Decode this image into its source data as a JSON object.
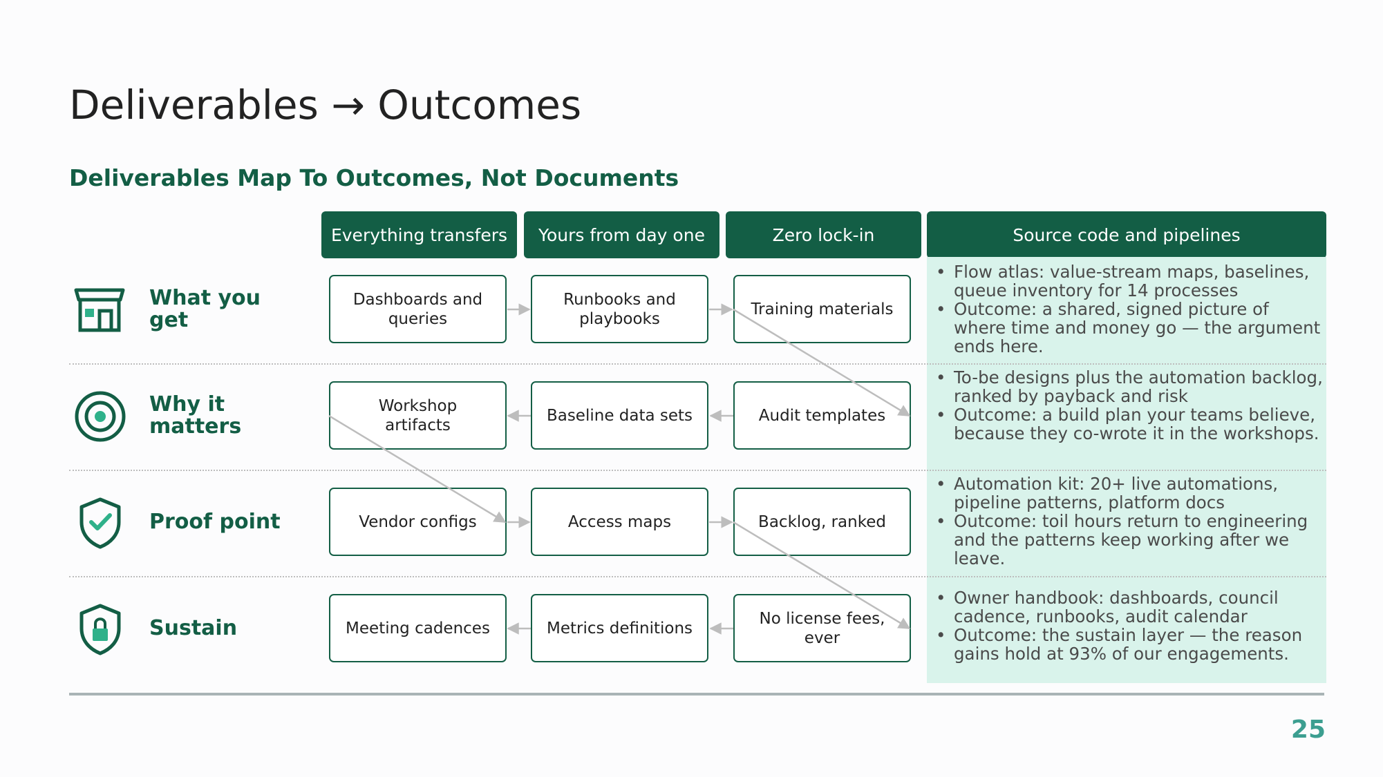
{
  "title": "Deliverables → Outcomes",
  "subtitle": "Deliverables Map To Outcomes, Not Documents",
  "columns": [
    "Everything transfers",
    "Yours from day one",
    "Zero lock-in",
    "Source code and pipelines"
  ],
  "rows": [
    {
      "label_line1": "What you",
      "label_line2": "get",
      "icon": "storefront-icon",
      "boxes": [
        {
          "line1": "Dashboards and",
          "line2": "queries"
        },
        {
          "line1": "Runbooks and",
          "line2": "playbooks"
        },
        {
          "line1": "Training materials",
          "line2": ""
        }
      ],
      "outcomes": [
        "Flow atlas: value-stream maps, baselines, queue inventory for 14 processes",
        "Outcome: a shared, signed picture of where time and money go — the argument ends here."
      ]
    },
    {
      "label_line1": "Why it",
      "label_line2": "matters",
      "icon": "target-icon",
      "boxes": [
        {
          "line1": "Workshop",
          "line2": "artifacts"
        },
        {
          "line1": "Baseline data sets",
          "line2": ""
        },
        {
          "line1": "Audit templates",
          "line2": ""
        }
      ],
      "outcomes": [
        "To-be designs plus the automation backlog, ranked by payback and risk",
        "Outcome: a build plan your teams believe, because they co-wrote it in the workshops."
      ]
    },
    {
      "label_line1": "Proof point",
      "label_line2": "",
      "icon": "shield-check-icon",
      "boxes": [
        {
          "line1": "Vendor configs",
          "line2": ""
        },
        {
          "line1": "Access maps",
          "line2": ""
        },
        {
          "line1": "Backlog, ranked",
          "line2": ""
        }
      ],
      "outcomes": [
        "Automation kit: 20+ live automations, pipeline patterns, platform docs",
        "Outcome: toil hours return to engineering and the patterns keep working after we leave."
      ]
    },
    {
      "label_line1": "Sustain",
      "label_line2": "",
      "icon": "shield-lock-icon",
      "boxes": [
        {
          "line1": "Meeting cadences",
          "line2": ""
        },
        {
          "line1": "Metrics definitions",
          "line2": ""
        },
        {
          "line1": "No license fees,",
          "line2": "ever"
        }
      ],
      "outcomes": [
        "Owner handbook: dashboards, council cadence, runbooks, audit calendar",
        "Outcome: the sustain layer — the reason gains hold at 93% of our engagements."
      ]
    }
  ],
  "page_number": "25",
  "colors": {
    "primary": "#135e45",
    "panel": "#d9f3eb",
    "arrow": "#bdbdbd",
    "page_number": "#3c9e90"
  }
}
